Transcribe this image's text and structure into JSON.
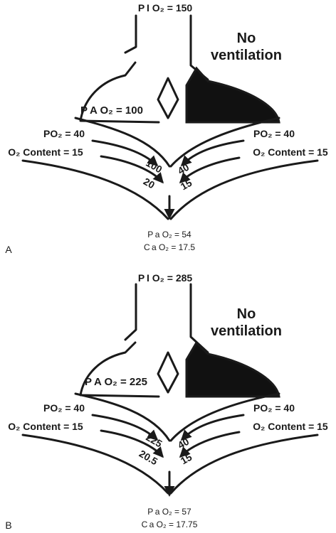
{
  "panels": [
    {
      "letter": "A",
      "pio2": "P I O₂ = 150",
      "no_vent_1": "No",
      "no_vent_2": "ventilation",
      "pao2_alv": "P A O₂ = 100",
      "left_po2": "PO₂ = 40",
      "left_content": "O₂ Content = 15",
      "right_po2": "PO₂ = 40",
      "right_content": "O₂ Content = 15",
      "left_val_1": "100",
      "left_val_2": "20",
      "right_val_1": "40",
      "right_val_2": "15",
      "pao2_art": "P a O₂ = 54",
      "cao2": "C a O₂ = 17.5"
    },
    {
      "letter": "B",
      "pio2": "P I O₂ = 285",
      "no_vent_1": "No",
      "no_vent_2": "ventilation",
      "pao2_alv": "P A O₂ = 225",
      "left_po2": "PO₂ = 40",
      "left_content": "O₂ Content = 15",
      "right_po2": "PO₂ = 40",
      "right_content": "O₂ Content = 15",
      "left_val_1": "225",
      "left_val_2": "20.5",
      "right_val_1": "40",
      "right_val_2": "15",
      "pao2_art": "P a O₂ = 57",
      "cao2": "C a O₂ = 17.75"
    }
  ],
  "colors": {
    "ink": "#1a1a1a",
    "fill_dark": "#111111",
    "background": "#ffffff"
  }
}
